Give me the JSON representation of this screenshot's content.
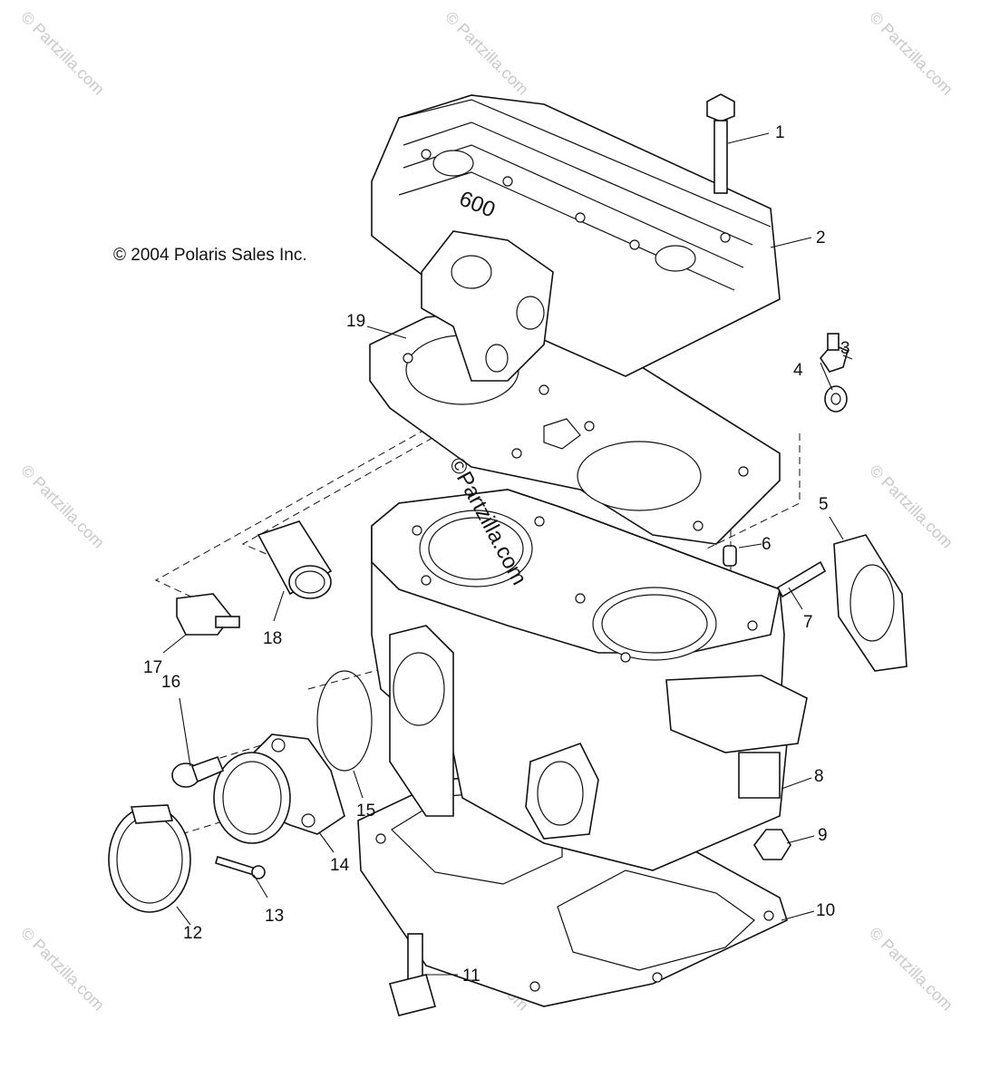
{
  "copyright": "© 2004 Polaris Sales Inc.",
  "center_watermark": "©Partzilla.com",
  "watermark_text": "© Partzilla.com",
  "cover_text": "600",
  "colors": {
    "line": "#111111",
    "watermark": "#c9c9c9",
    "background": "#ffffff"
  },
  "callouts": [
    {
      "id": "c1",
      "label": "1"
    },
    {
      "id": "c2",
      "label": "2"
    },
    {
      "id": "c3",
      "label": "3"
    },
    {
      "id": "c4",
      "label": "4"
    },
    {
      "id": "c5",
      "label": "5"
    },
    {
      "id": "c6",
      "label": "6"
    },
    {
      "id": "c7",
      "label": "7"
    },
    {
      "id": "c8",
      "label": "8"
    },
    {
      "id": "c9",
      "label": "9"
    },
    {
      "id": "c10",
      "label": "10"
    },
    {
      "id": "c11",
      "label": "11"
    },
    {
      "id": "c12",
      "label": "12"
    },
    {
      "id": "c13",
      "label": "13"
    },
    {
      "id": "c14",
      "label": "14"
    },
    {
      "id": "c15",
      "label": "15"
    },
    {
      "id": "c16",
      "label": "16"
    },
    {
      "id": "c17",
      "label": "17"
    },
    {
      "id": "c18",
      "label": "18"
    },
    {
      "id": "c19",
      "label": "19"
    }
  ]
}
